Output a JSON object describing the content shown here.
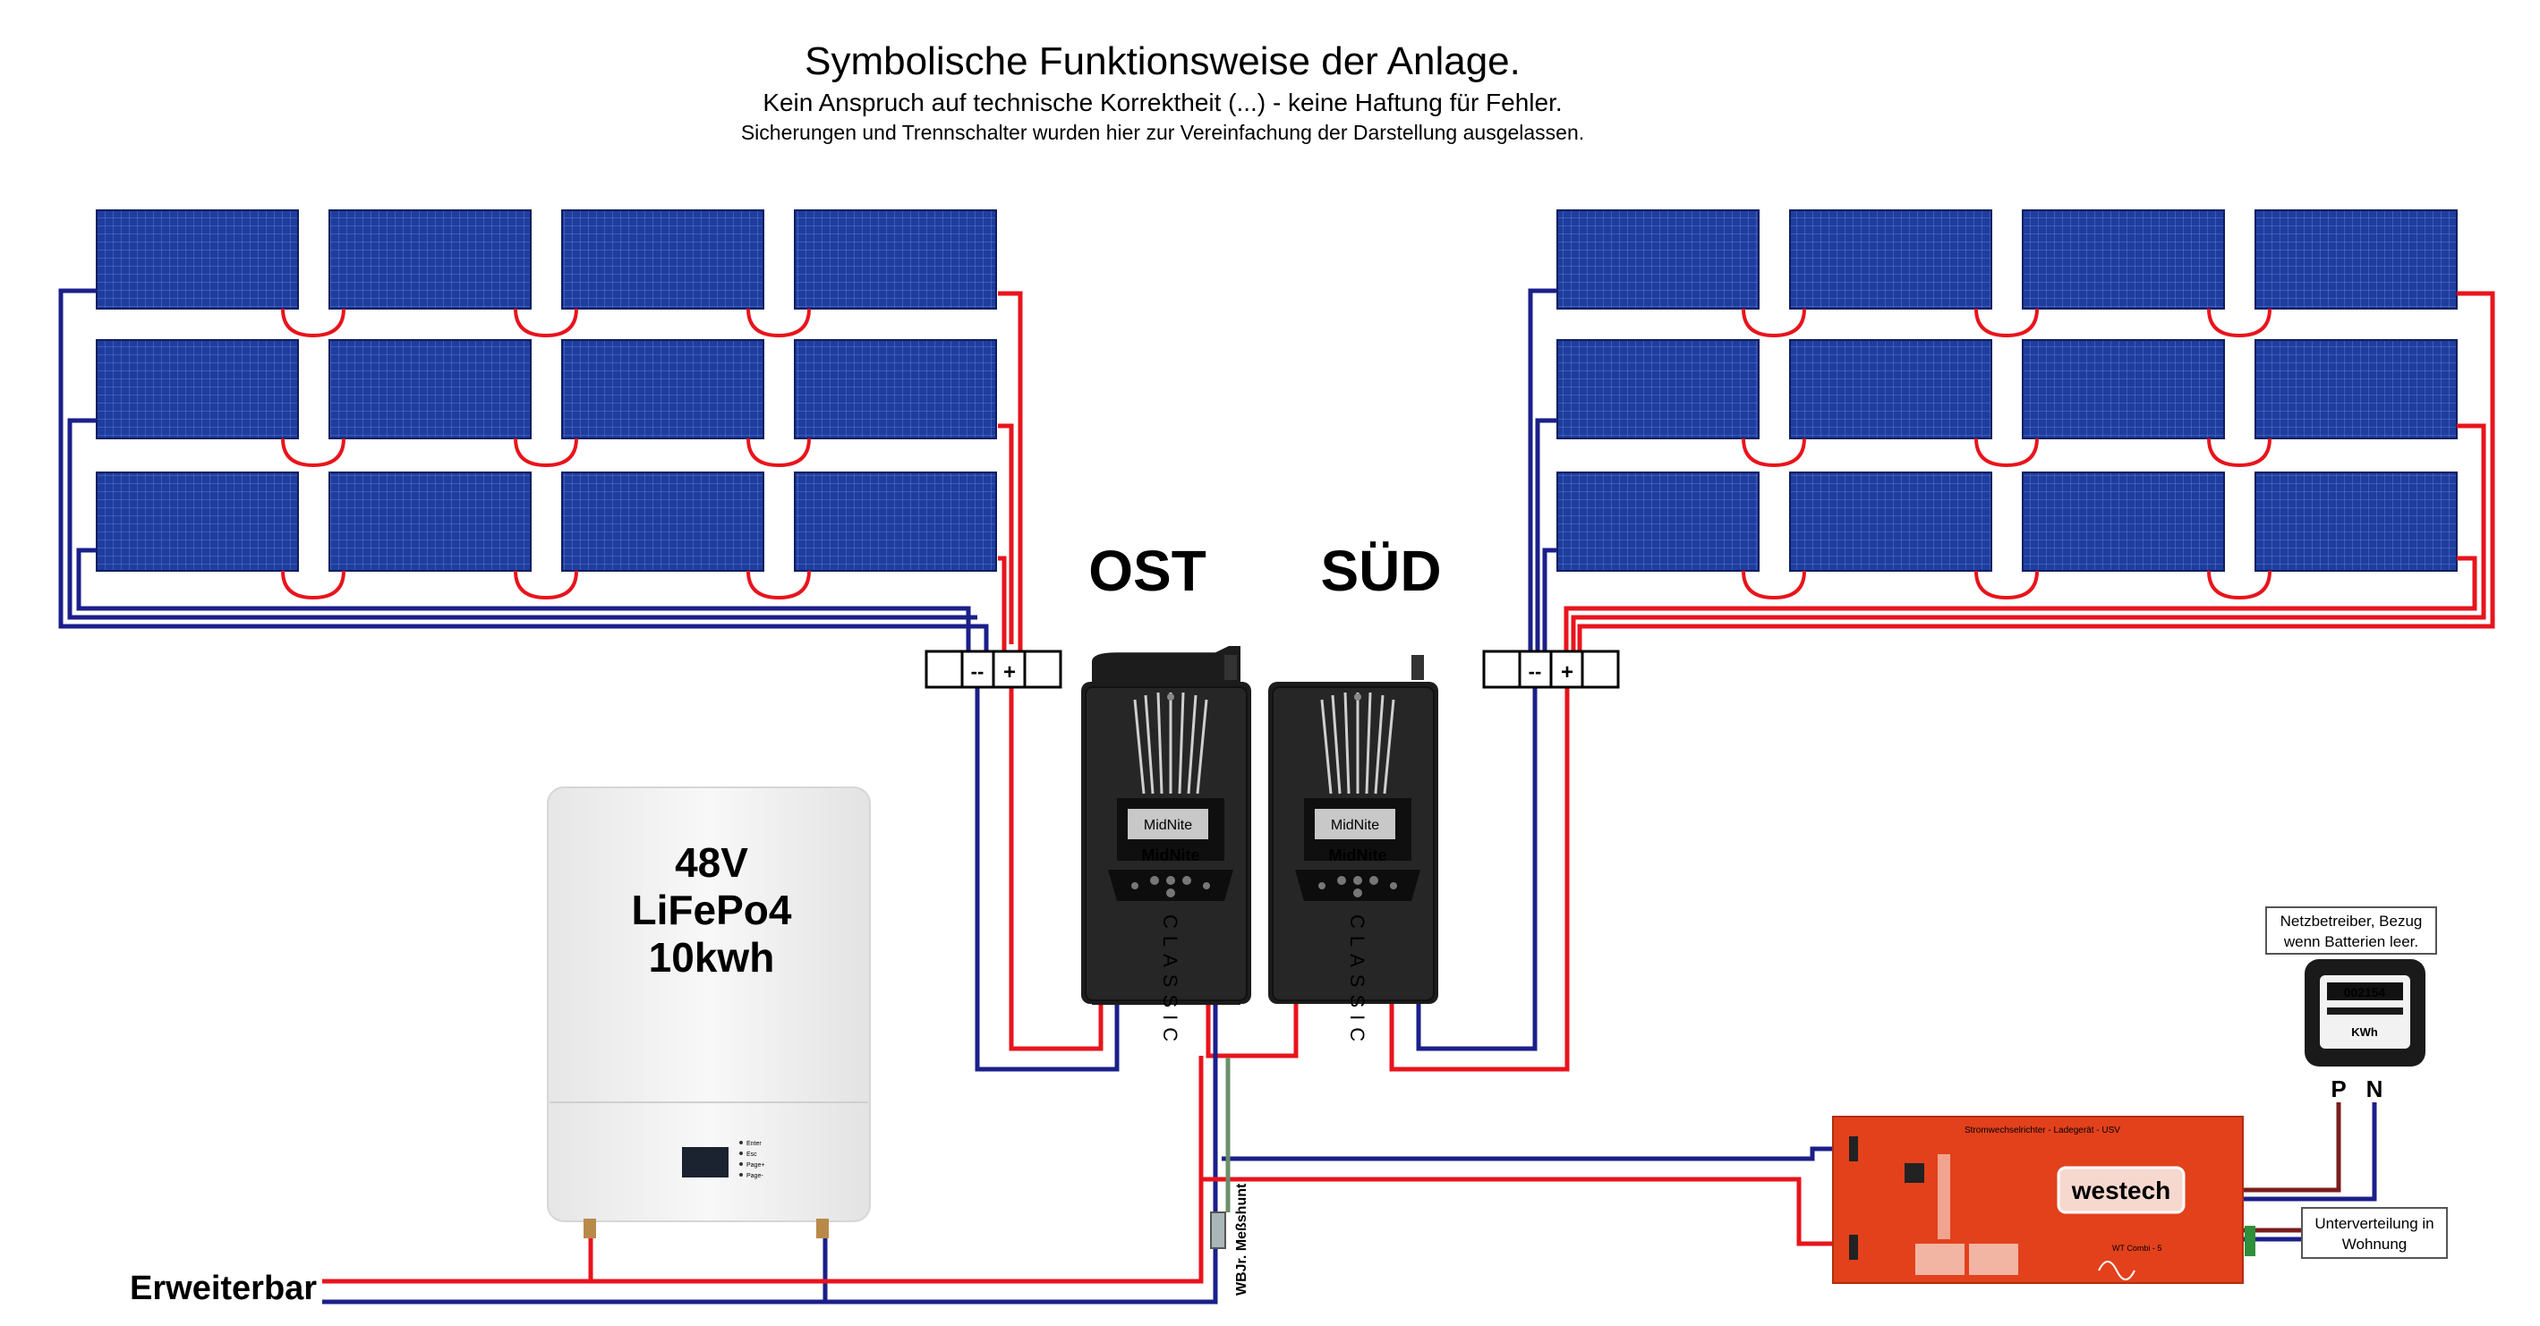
{
  "header": {
    "title": "Symbolische Funktionsweise der Anlage.",
    "subtitle1": "Kein Anspruch auf technische Korrektheit (...) - keine Haftung für Fehler.",
    "subtitle2": "Sicherungen und Trennschalter wurden hier zur Vereinfachung der Darstellung ausgelassen."
  },
  "controllers": {
    "label_east": "OST",
    "label_south": "SÜD",
    "brand": "MidNite",
    "model": "CLASSIC"
  },
  "terminals": {
    "minus": "--",
    "plus": "+"
  },
  "battery": {
    "line1": "48V",
    "line2": "LiFePo4",
    "line3": "10kwh",
    "buttons": [
      "Enter",
      "Esc",
      "Page+",
      "Page-"
    ]
  },
  "expand_label": "Erweiterbar",
  "shunt_label": "WBJr. Meßshunt",
  "meter": {
    "caption_line1": "Netzbetreiber, Bezug",
    "caption_line2": "wenn Batterien leer.",
    "reading": "002154",
    "unit": "KWh",
    "phase": "P",
    "neutral": "N"
  },
  "inverter": {
    "brand": "westech",
    "header_text": "Stromwechselrichter - Ladegerät - USV",
    "model": "WT Combi - 5"
  },
  "distribution": {
    "line1": "Unterverteilung in",
    "line2": "Wohnung"
  },
  "colors": {
    "positive": "#e8141c",
    "negative": "#1b1f8a",
    "panel": "#1e3d9e",
    "controller": "#1c1c1c",
    "inverter": "#e2411c",
    "battery": "#f3f3f3"
  }
}
